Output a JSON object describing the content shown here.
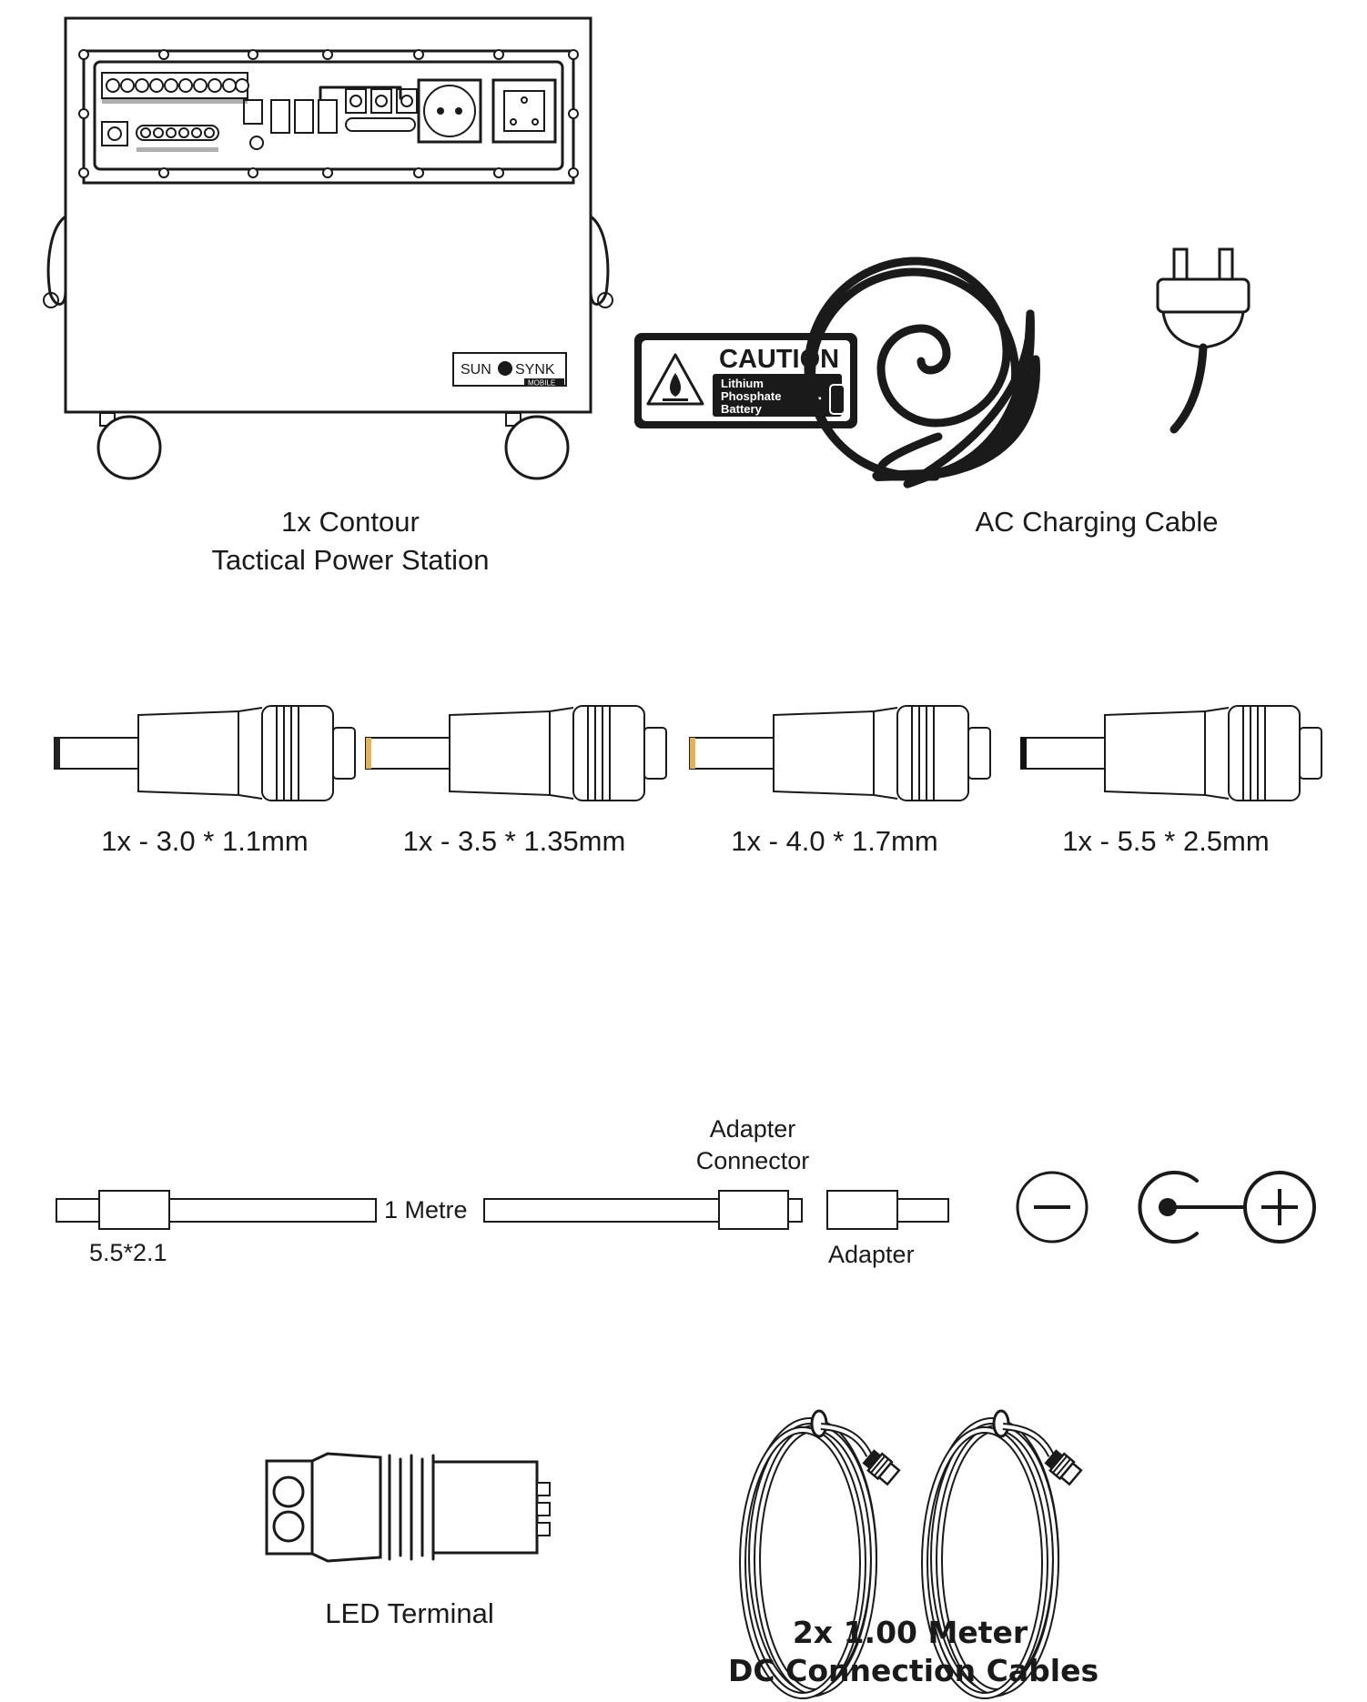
{
  "station": {
    "label_line1": "1x Contour",
    "label_line2": "Tactical Power Station",
    "brand_left": "SUN",
    "brand_right": "SYNK",
    "brand_sub": "MOBILE"
  },
  "caution": {
    "title": "CAUTION",
    "line1": "Lithium",
    "line2": "Phosphate",
    "line3": "Battery",
    "plus": "+"
  },
  "ac_cable": {
    "label": "AC Charging Cable"
  },
  "tips": [
    {
      "label": "1x - 3.0 * 1.1mm",
      "tip_color": "#222222"
    },
    {
      "label": "1x - 3.5 * 1.35mm",
      "tip_color": "#e3b35a"
    },
    {
      "label": "1x - 4.0 * 1.7mm",
      "tip_color": "#e3b35a"
    },
    {
      "label": "1x - 5.5 * 2.5mm",
      "tip_color": "#111111"
    }
  ],
  "cable_diagram": {
    "plug_label": "5.5*2.1",
    "length_label": "1 Metre",
    "connector_line1": "Adapter",
    "connector_line2": "Connector",
    "adapter_label": "Adapter"
  },
  "led": {
    "label": "LED Terminal"
  },
  "dc": {
    "label_line1": "2x 1.00 Meter",
    "label_line2": "DC Connection Cables"
  }
}
